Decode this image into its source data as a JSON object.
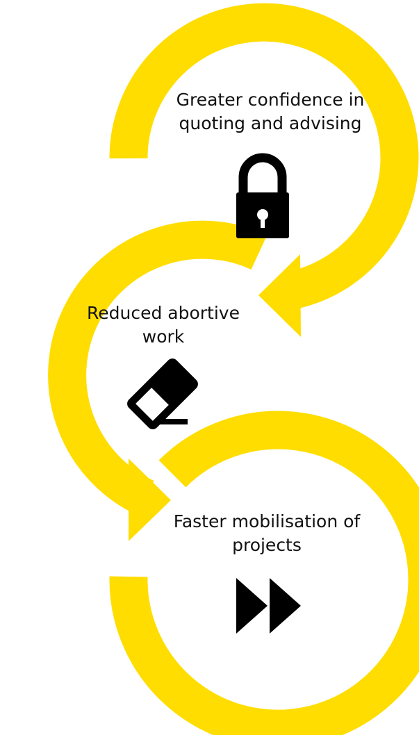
{
  "colors": {
    "ring": "#FFDD00",
    "icon": "#000000",
    "text": "#111111",
    "background": "#FFFFFF"
  },
  "steps": [
    {
      "lines": [
        "Greater confidence in",
        "quoting and advising"
      ],
      "icon": "padlock-icon"
    },
    {
      "lines": [
        "Reduced abortive",
        "work"
      ],
      "icon": "eraser-icon"
    },
    {
      "lines": [
        "Faster mobilisation of",
        "projects"
      ],
      "icon": "fast-forward-icon"
    }
  ]
}
